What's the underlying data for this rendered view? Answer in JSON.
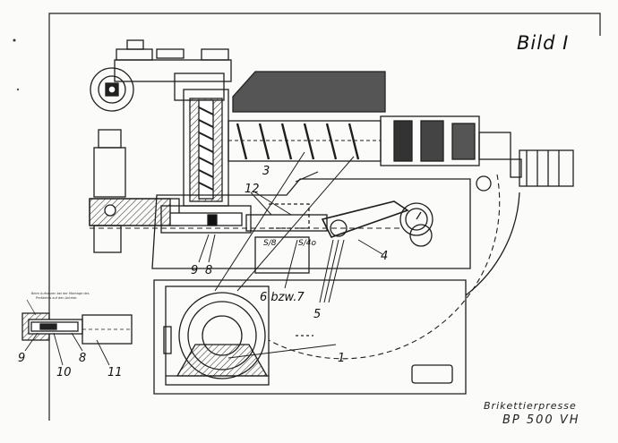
{
  "drawing": {
    "title": "Bild I",
    "caption_line1": "Brikettierpresse",
    "caption_line2": "BP 500 VH"
  },
  "callouts": [
    {
      "id": "1",
      "text": "1"
    },
    {
      "id": "3",
      "text": "3"
    },
    {
      "id": "4",
      "text": "4"
    },
    {
      "id": "5",
      "text": "5"
    },
    {
      "id": "6",
      "text": "6 bzw.7"
    },
    {
      "id": "8",
      "text": "8"
    },
    {
      "id": "9",
      "text": "9"
    },
    {
      "id": "12",
      "text": "12"
    }
  ],
  "shaft_marks": {
    "s8": "S/8",
    "s4": "S/4o"
  },
  "detail": {
    "note_line1": "Beim Aufsetzen bei der Montage des",
    "note_line2": "Preßteiles auf den Antrieb",
    "labels": [
      "9",
      "10",
      "8",
      "11"
    ]
  }
}
